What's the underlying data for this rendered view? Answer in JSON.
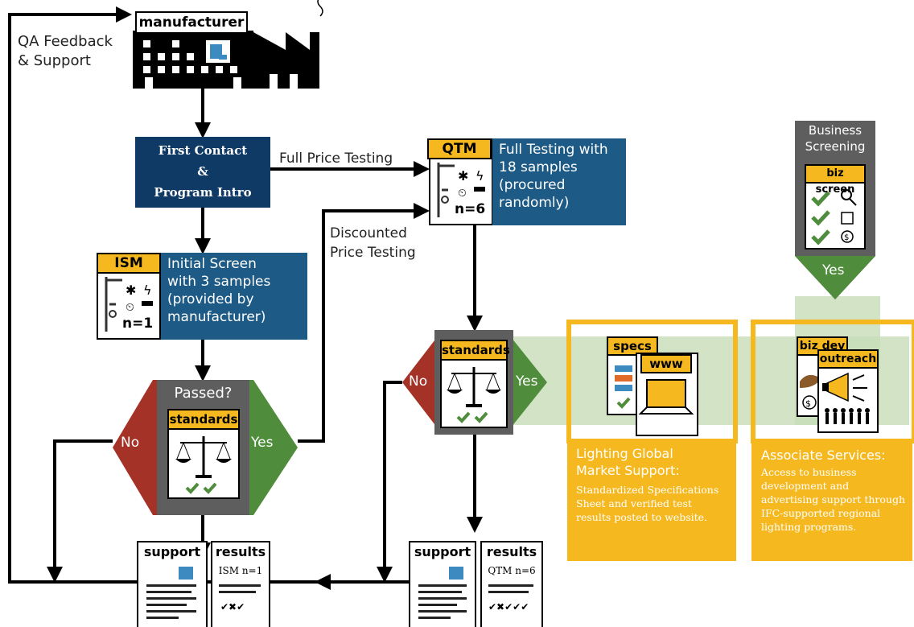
{
  "feedback_label": "QA Feedback\n& Support",
  "manufacturer": {
    "tag": "manufacturer"
  },
  "first_contact": {
    "label": "First Contact\n&\nProgram Intro"
  },
  "full_price_label": "Full Price Testing",
  "discounted_label": "Discounted\nPrice Testing",
  "qtm": {
    "tag": "QTM",
    "n": "n=6",
    "desc": "Full Testing with\n18 samples\n(procured\nrandomly)"
  },
  "ism": {
    "tag": "ISM",
    "n": "n=1",
    "desc": "Initial Screen\nwith 3 samples\n(provided by\nmanufacturer)"
  },
  "decision1": {
    "title": "Passed?",
    "tag": "standards",
    "no": "No",
    "yes": "Yes"
  },
  "decision2": {
    "tag": "standards",
    "no": "No",
    "yes": "Yes"
  },
  "doc_support_1": {
    "title": "support"
  },
  "doc_results_1": {
    "title": "results",
    "sub": "ISM n=1"
  },
  "doc_support_2": {
    "title": "support"
  },
  "doc_results_2": {
    "title": "results",
    "sub": "QTM n=6"
  },
  "business": {
    "title": "Business\nScreening",
    "tag": "biz screen",
    "yes": "Yes"
  },
  "lighting_global": {
    "cards": [
      "specs",
      "www"
    ],
    "heading": "Lighting Global\nMarket Support:",
    "body": "Standardized Specifications\nSheet and verified test\nresults posted to website."
  },
  "associate": {
    "cards": [
      "biz dev",
      "outreach"
    ],
    "heading": "Associate Services:",
    "body": "Access to business\ndevelopment and\nadvertising support through\nIFC-supported regional\nlighting programs."
  },
  "colors": {
    "navy": "#0f3a66",
    "blue": "#1d5a85",
    "gold": "#f5b81f",
    "red": "#a53226",
    "green": "#4f8d3c",
    "gray": "#5e5e5e",
    "light_green": "#c7dcb8"
  }
}
